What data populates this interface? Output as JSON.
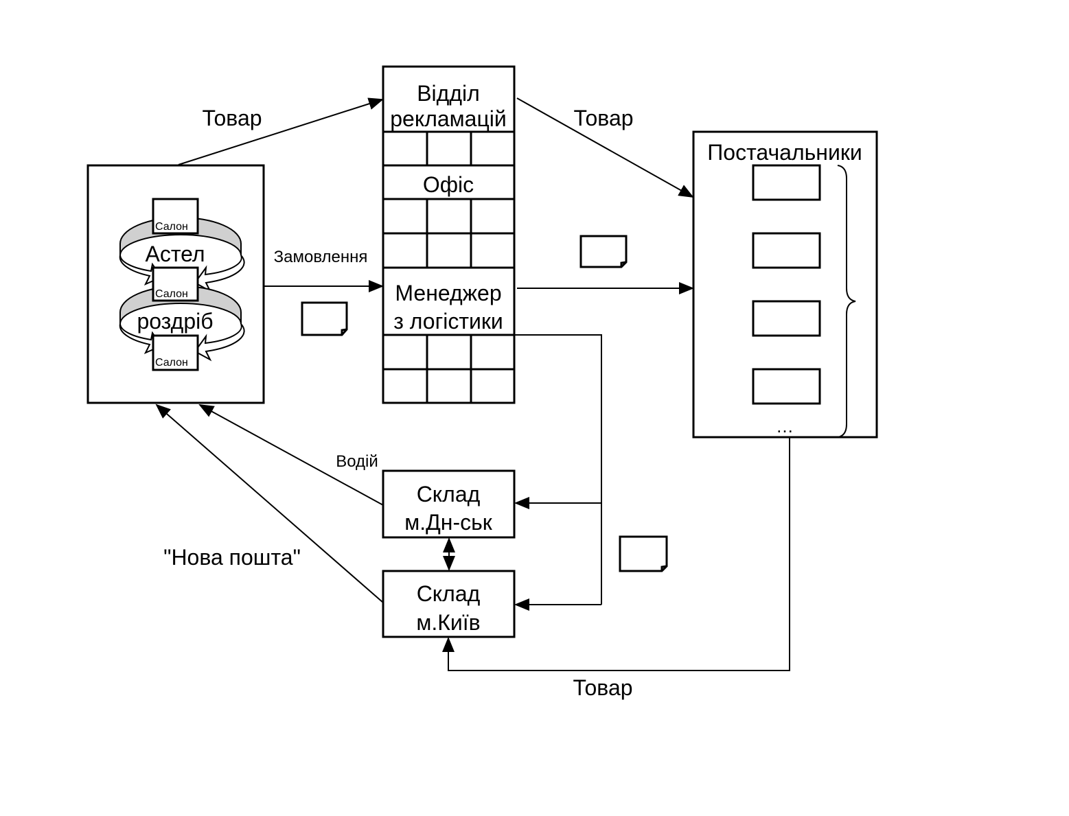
{
  "diagram": {
    "left_box": {
      "title_line1": "Астел",
      "title_line2": "роздріб",
      "salons": [
        "Салон",
        "Салон",
        "Салон"
      ]
    },
    "center_column": {
      "complaints_dept": {
        "line1": "Відділ",
        "line2": "рекламацій"
      },
      "office": "Офіс",
      "logistics_manager": {
        "line1": "Менеджер",
        "line2": "з логістики"
      }
    },
    "suppliers": {
      "title": "Постачальники",
      "ellipsis": "…"
    },
    "warehouse_dnipro": {
      "line1": "Склад",
      "line2": "м.Дн-ськ"
    },
    "warehouse_kyiv": {
      "line1": "Склад",
      "line2": "м.Київ"
    },
    "labels": {
      "goods_to_complaints": "Товар",
      "goods_to_suppliers": "Товар",
      "order": "Замовлення",
      "driver": "Водій",
      "nova_poshta": "\"Нова пошта\"",
      "goods_to_kyiv": "Товар"
    },
    "colors": {
      "band": "#d0d0d0",
      "stroke": "#000000"
    }
  }
}
